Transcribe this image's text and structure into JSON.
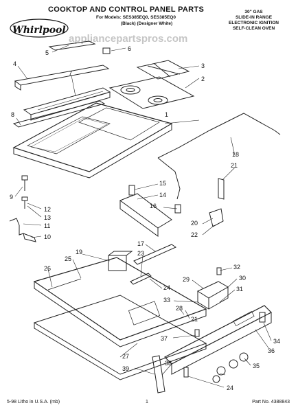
{
  "header": {
    "title": "COOKTOP AND CONTROL PANEL PARTS",
    "models": "For Models: SES385EQ0, SES385EQ0",
    "colors": "(Black)   (Designer White)",
    "right_lines": [
      "30\" GAS",
      "SLIDE-IN RANGE",
      "ELECTRONIC IGNITION",
      "SELF-CLEAN OVEN"
    ]
  },
  "logo": {
    "text": "Whirlpool"
  },
  "watermark": "appliancepartspros.com",
  "footer": {
    "left": "5-98 Litho in U.S.A. (mb)",
    "center": "1",
    "right": "Part No. 4388843"
  },
  "callouts": [
    "1",
    "2",
    "3",
    "4",
    "5",
    "6",
    "7",
    "8",
    "9",
    "10",
    "11",
    "12",
    "13",
    "14",
    "15",
    "16",
    "17",
    "18",
    "19",
    "20",
    "21",
    "21",
    "22",
    "23",
    "24",
    "24",
    "25",
    "26",
    "27",
    "28",
    "29",
    "30",
    "31",
    "32",
    "33",
    "34",
    "35",
    "36",
    "37",
    "38",
    "39"
  ]
}
